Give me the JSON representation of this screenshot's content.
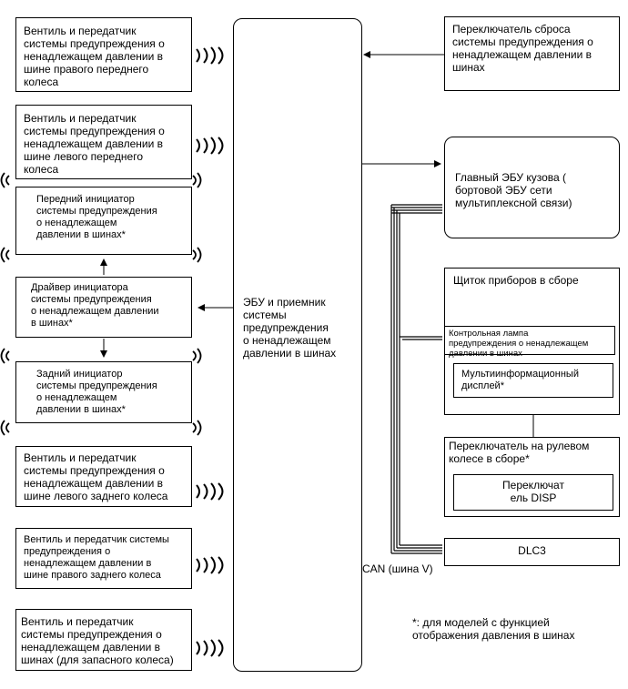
{
  "sensors": {
    "front_right": "Вентиль и передатчик\nсистемы предупреждения о\nненадлежащем давлении в\nшине правого переднего\nколеса",
    "front_left": "Вентиль и передатчик\nсистемы предупреждения о\nненадлежащем давлении в\nшине левого переднего\nколеса",
    "rear_left": "Вентиль и передатчик\nсистемы предупреждения о\nненадлежащем давлении в\nшине левого заднего колеса",
    "rear_right": "Вентиль и передатчик системы\nпредупреждения о\nненадлежащем давлении в\nшине правого заднего колеса",
    "spare": "Вентиль и передатчик\nсистемы предупреждения о\nненадлежащем давлении в\nшинах (для запасного колеса)"
  },
  "initiators": {
    "front": "Передний инициатор\nсистемы предупреждения\nо ненадлежащем\nдавлении в шинах*",
    "driver": "Драйвер инициатора\nсистемы предупреждения\nо ненадлежащем давлении\nв шинах*",
    "rear": "Задний инициатор\nсистемы предупреждения\nо ненадлежащем\nдавлении в шинах*"
  },
  "ecu": "ЭБУ и приемник\nсистемы\nпредупреждения\nо ненадлежащем\nдавлении в шинах",
  "reset_switch": "Переключатель сброса\nсистемы предупреждения о\nненадлежащем давлении в\nшинах",
  "body_ecu": "Главный ЭБУ кузова (\nбортовой ЭБУ сети\nмультиплексной связи)",
  "meter": {
    "title": "Щиток приборов в сборе",
    "warning_lamp": "Контрольная лампа\nпредупреждения о ненадлежащем\nдавлении в шинах",
    "multi_display": "Мультиинформационный\nдисплей*"
  },
  "steering_switch": {
    "title": "Переключатель на рулевом\nколесе в сборе*",
    "disp": "Переключат\nель DISP"
  },
  "dlc3": "DLC3",
  "can_label": "CAN (шина V)",
  "footnote": "*: для моделей с функцией\nотображения давления в шинах"
}
